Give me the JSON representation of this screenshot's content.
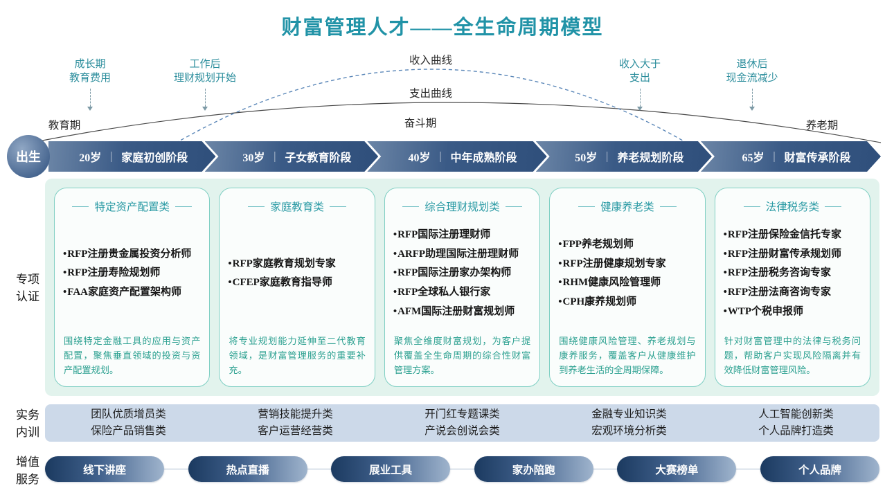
{
  "title": "财富管理人才——全生命周期模型",
  "ui": {
    "bullet": "•"
  },
  "colors": {
    "accent_teal": "#2193a7",
    "card_title_teal": "#2a9aa4",
    "desc_green": "#2da191",
    "panel_mint": "#e2f3ed",
    "band_blue": "#ccd9e9",
    "ribbon_navy": "#2f4f7b",
    "pill_gradient_start": "#1b3a60",
    "pill_gradient_end": "#9fb4cd"
  },
  "curves": {
    "income": "收入曲线",
    "expense": "支出曲线",
    "periods": {
      "left": "教育期",
      "mid": "奋斗期",
      "right": "养老期"
    },
    "annotations": [
      {
        "l1": "成长期",
        "l2": "教育费用"
      },
      {
        "l1": "工作后",
        "l2": "理财规划开始"
      },
      {
        "l1": "收入大于",
        "l2": "支出"
      },
      {
        "l1": "退休后",
        "l2": "现金流减少"
      }
    ]
  },
  "timeline": {
    "birth": "出生",
    "divider": "｜",
    "stages": [
      {
        "age": "20岁",
        "name": "家庭初创阶段"
      },
      {
        "age": "30岁",
        "name": "子女教育阶段"
      },
      {
        "age": "40岁",
        "name": "中年成熟阶段"
      },
      {
        "age": "50岁",
        "name": "养老规划阶段"
      },
      {
        "age": "65岁",
        "name": "财富传承阶段"
      }
    ]
  },
  "row_labels": {
    "certification": {
      "l1": "专项",
      "l2": "认证"
    },
    "training": {
      "l1": "实务",
      "l2": "内训"
    },
    "services": {
      "l1": "增值",
      "l2": "服务"
    }
  },
  "cards": [
    {
      "title": "特定资产配置类",
      "items": [
        "RFP注册贵金属投资分析师",
        "RFP注册寿险规划师",
        "FAA家庭资产配置架构师"
      ],
      "desc": "围绕特定金融工具的应用与资产配置，聚焦垂直领域的投资与资产配置规划。"
    },
    {
      "title": "家庭教育类",
      "items": [
        "RFP家庭教育规划专家",
        "CFEP家庭教育指导师"
      ],
      "desc": "将专业规划能力延伸至二代教育领域，是财富管理服务的重要补充。"
    },
    {
      "title": "综合理财规划类",
      "items": [
        "RFP国际注册理财师",
        "ARFP助理国际注册理财师",
        "RFP国际注册家办架构师",
        "RFP全球私人银行家",
        "AFM国际注册财富规划师"
      ],
      "desc": "聚焦全维度财富规划，为客户提供覆盖全生命周期的综合性财富管理方案。"
    },
    {
      "title": "健康养老类",
      "items": [
        "FPP养老规划师",
        "RFP注册健康规划专家",
        "RHM健康风险管理师",
        "CPH康养规划师"
      ],
      "desc": "围绕健康风险管理、养老规划与康养服务，覆盖客户从健康维护到养老生活的全周期保障。"
    },
    {
      "title": "法律税务类",
      "items": [
        "RFP注册保险金信托专家",
        "RFP注册财富传承规划师",
        "RFP注册税务咨询专家",
        "RFP注册法商咨询专家",
        "WTP个税申报师"
      ],
      "desc": "针对财富管理中的法律与税务问题，帮助客户实现风险隔离并有效降低财富管理风险。"
    }
  ],
  "training": [
    {
      "l1": "团队优质增员类",
      "l2": "保险产品销售类"
    },
    {
      "l1": "营销技能提升类",
      "l2": "客户运营经营类"
    },
    {
      "l1": "开门红专题课类",
      "l2": "产说会创说会类"
    },
    {
      "l1": "金融专业知识类",
      "l2": "宏观环境分析类"
    },
    {
      "l1": "人工智能创新类",
      "l2": "个人品牌打造类"
    }
  ],
  "pills": [
    "线下讲座",
    "热点直播",
    "展业工具",
    "家办陪跑",
    "大赛榜单",
    "个人品牌"
  ]
}
